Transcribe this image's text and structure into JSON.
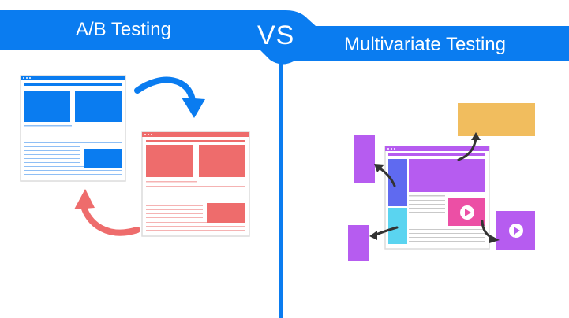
{
  "header": {
    "left_title": "A/B Testing",
    "vs_label": "VS",
    "right_title": "Multivariate Testing"
  },
  "colors": {
    "brand_blue": "#0a7cf0",
    "variant_a": "#0a7cf0",
    "variant_b": "#ee6c6c",
    "block_purple": "#b65cf0",
    "block_orange": "#f1bd5e",
    "block_indigo": "#5f6af0",
    "block_cyan": "#5ad4f0",
    "block_magenta": "#ec4fa5",
    "arrow_dark": "#333333"
  },
  "icons": [
    "arrow-curved-right-icon",
    "arrow-curved-left-icon",
    "play-icon"
  ]
}
